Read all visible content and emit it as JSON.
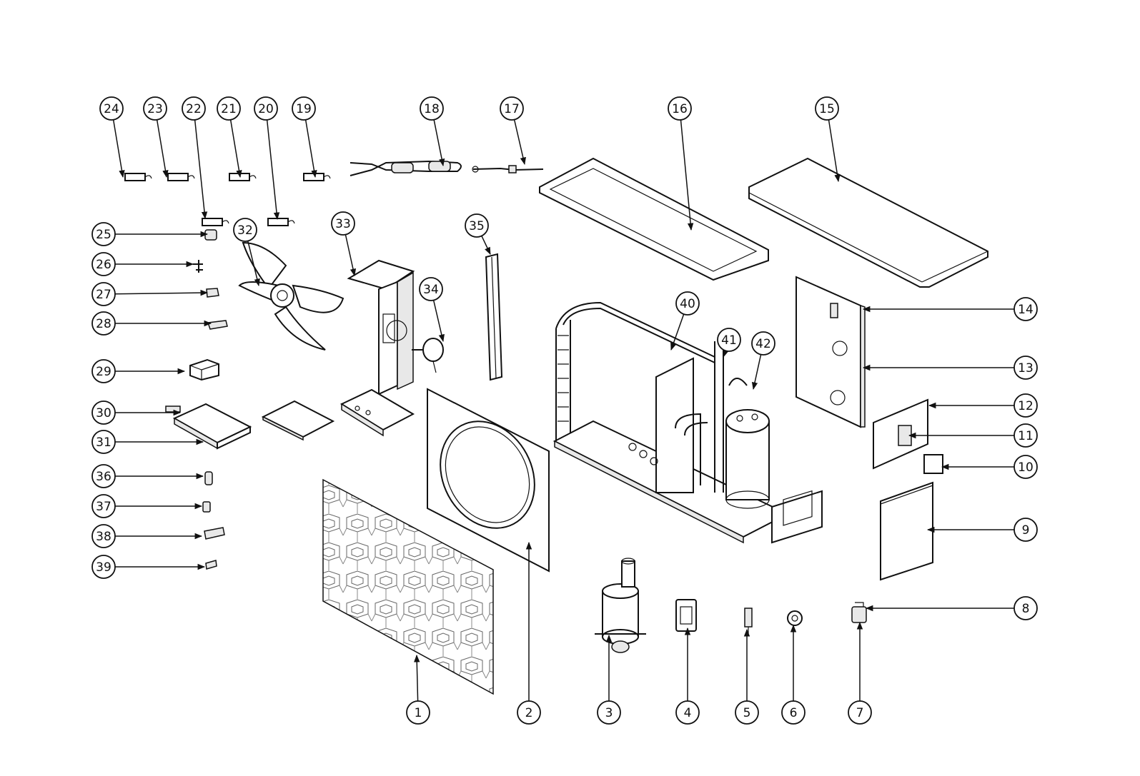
{
  "diagram": {
    "type": "exploded-parts-view",
    "callout_labels": [
      "1",
      "2",
      "3",
      "4",
      "5",
      "6",
      "7",
      "8",
      "9",
      "10",
      "11",
      "12",
      "13",
      "14",
      "15",
      "16",
      "17",
      "18",
      "19",
      "20",
      "21",
      "22",
      "23",
      "24",
      "25",
      "26",
      "27",
      "28",
      "29",
      "30",
      "31",
      "32",
      "33",
      "34",
      "35",
      "36",
      "37",
      "38",
      "39",
      "40",
      "41",
      "42"
    ]
  }
}
